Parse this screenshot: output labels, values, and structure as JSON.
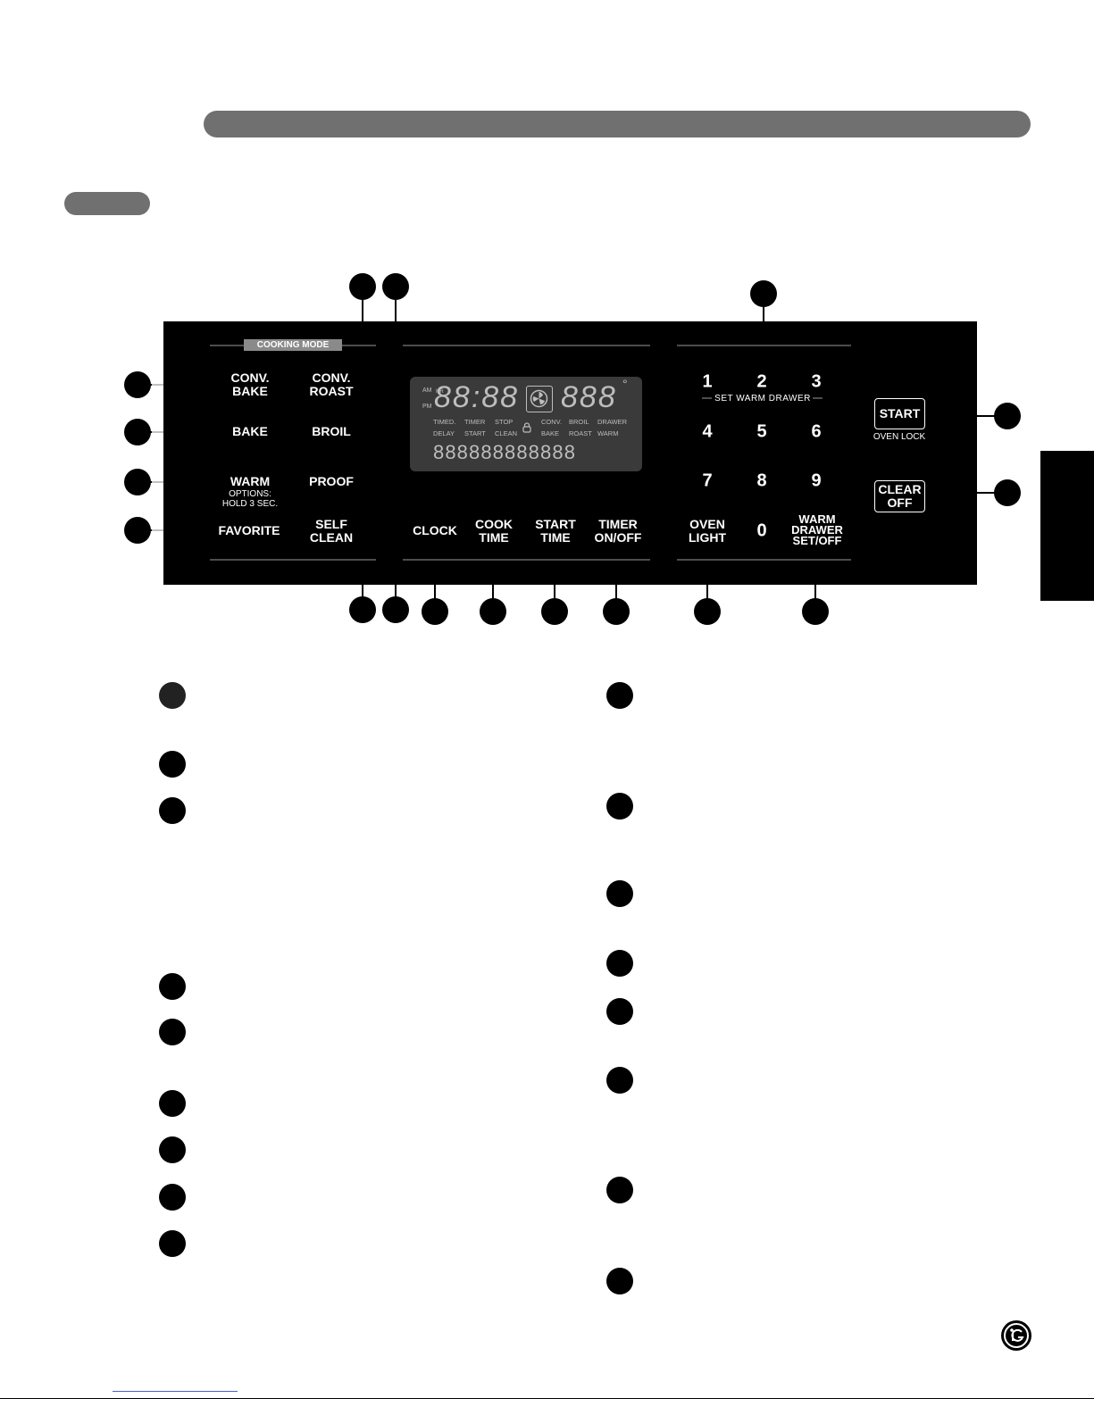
{
  "panel": {
    "cooking_mode_label": "COOKING MODE",
    "buttons": {
      "conv_bake": [
        "CONV.",
        "BAKE"
      ],
      "bake": "BAKE",
      "warm": "WARM",
      "warm_options": [
        "OPTIONS:",
        "HOLD 3 SEC."
      ],
      "favorite": "FAVORITE",
      "conv_roast": [
        "CONV.",
        "ROAST"
      ],
      "broil": "BROIL",
      "proof": "PROOF",
      "self_clean": [
        "SELF",
        "CLEAN"
      ],
      "clock": "CLOCK",
      "cook_time": [
        "COOK",
        "TIME"
      ],
      "start_time": [
        "START",
        "TIME"
      ],
      "timer_onoff": [
        "TIMER",
        "ON/OFF"
      ],
      "oven_light": [
        "OVEN",
        "LIGHT"
      ],
      "warm_drawer": [
        "WARM",
        "DRAWER",
        "SET/OFF"
      ],
      "start": "START",
      "oven_lock": "OVEN LOCK",
      "clear_off": [
        "CLEAR",
        "OFF"
      ]
    },
    "keypad": [
      "1",
      "2",
      "3",
      "4",
      "5",
      "6",
      "7",
      "8",
      "9",
      "0"
    ],
    "set_warm_drawer": "SET WARM DRAWER",
    "display": {
      "am": "AM",
      "pm": "PM",
      "hr": "HR",
      "clock_digits": "88:88",
      "temp_digits": "888",
      "degree": "°",
      "row1": [
        "TIMED.",
        "TIMER",
        "STOP",
        "CONV.",
        "BROIL",
        "DRAWER"
      ],
      "row2": [
        "DELAY",
        "START",
        "CLEAN",
        "BAKE",
        "ROAST",
        "WARM"
      ],
      "segment_row": "888888888888"
    }
  },
  "icons": [
    "oven-fan-icon",
    "lock-icon",
    "lg-logo-icon"
  ]
}
